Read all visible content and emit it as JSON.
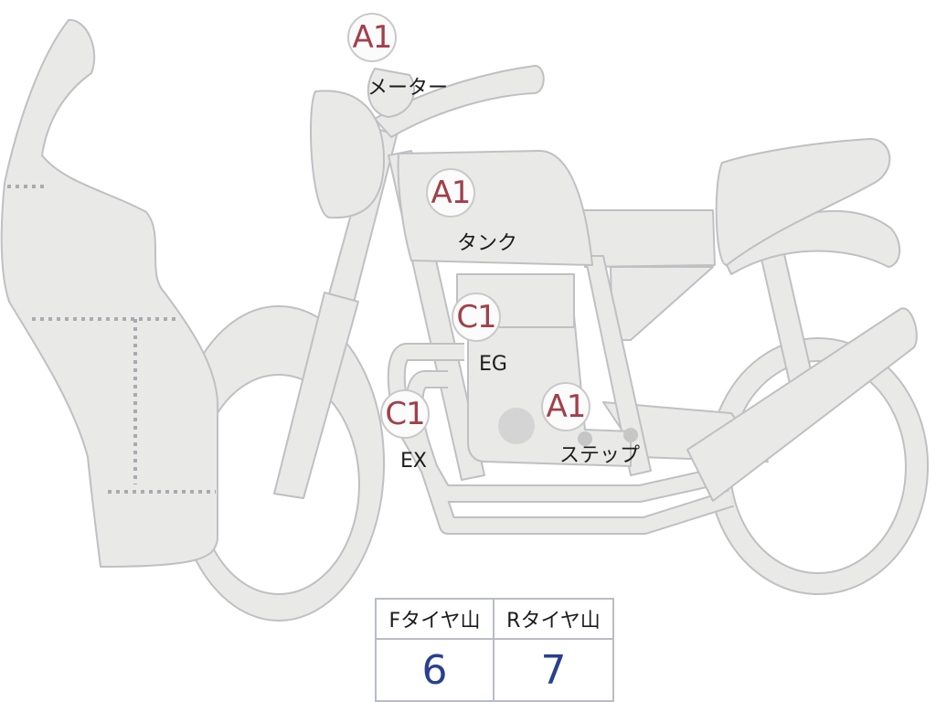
{
  "colors": {
    "body_fill": "#e9e9e7",
    "outline": "#bfc0c3",
    "badge_text": "#a1404a",
    "label_text": "#1c1c1c",
    "value_text": "#2a3f8f"
  },
  "parts": [
    {
      "id": "meter",
      "grade": "A1",
      "label": "メーター"
    },
    {
      "id": "tank",
      "grade": "A1",
      "label": "タンク"
    },
    {
      "id": "engine",
      "grade": "C1",
      "label": "EG"
    },
    {
      "id": "exhaust",
      "grade": "C1",
      "label": "EX"
    },
    {
      "id": "step",
      "grade": "A1",
      "label": "ステップ"
    }
  ],
  "tires": {
    "front_label": "Fタイヤ山",
    "rear_label": "Rタイヤ山",
    "front_value": "6",
    "rear_value": "7"
  }
}
